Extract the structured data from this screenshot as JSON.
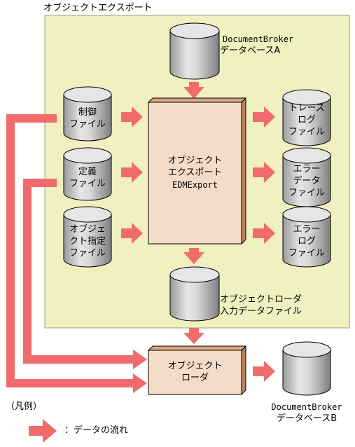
{
  "region": {
    "title": "オブジェクトエクスポート"
  },
  "nodes": {
    "db_a": {
      "line1": "DocumentBroker",
      "line2": "データベースA"
    },
    "control_file": {
      "line1": "制御",
      "line2": "ファイル"
    },
    "definition_file": {
      "line1": "定義",
      "line2": "ファイル"
    },
    "object_spec_file": {
      "line1": "オブジェ",
      "line2": "クト指定",
      "line3": "ファイル"
    },
    "export_tool": {
      "line1": "オブジェクト",
      "line2": "エクスポート",
      "line3": "EDMExport"
    },
    "trace_log": {
      "line1": "トレース",
      "line2": "ログ",
      "line3": "ファイル"
    },
    "error_data": {
      "line1": "エラー",
      "line2": "データ",
      "line3": "ファイル"
    },
    "error_log": {
      "line1": "エラー",
      "line2": "ログ",
      "line3": "ファイル"
    },
    "loader_input": {
      "line1": "オブジェクトローダ",
      "line2": "入力データファイル"
    },
    "loader": {
      "line1": "オブジェクト",
      "line2": "ローダ"
    },
    "db_b": {
      "line1": "DocumentBroker",
      "line2": "データベースB"
    }
  },
  "legend": {
    "title": "（凡例）",
    "arrow_label": "：データの流れ"
  },
  "colors": {
    "region_fill": "#f0f0c0",
    "box_fill": "#f5dcc8",
    "box_side": "#b9825a",
    "arrow": "#f06c6c",
    "cylinder_light": "#e8e8e8",
    "cylinder_dark": "#8c8c8c"
  }
}
